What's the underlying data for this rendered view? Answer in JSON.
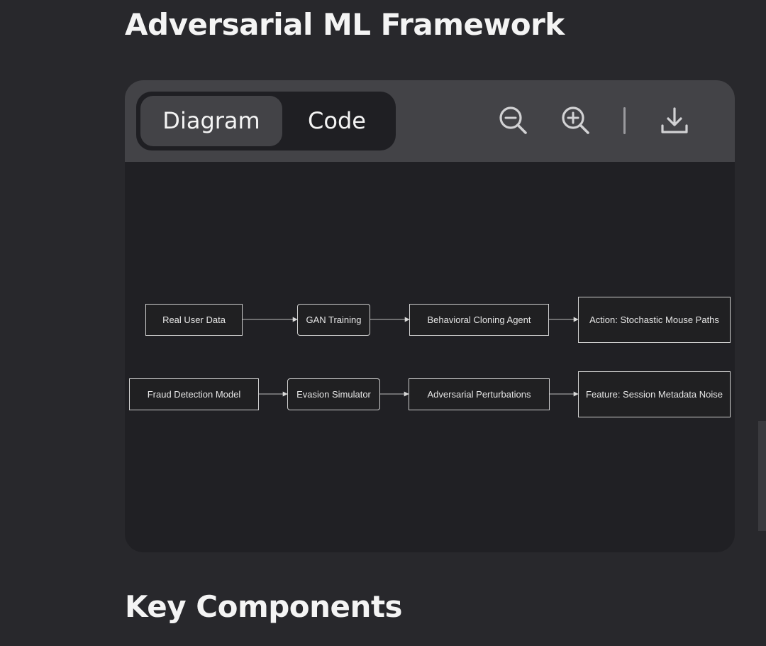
{
  "page": {
    "title": "Adversarial ML Framework",
    "section_heading": "Key Components"
  },
  "viewer": {
    "tabs": [
      {
        "label": "Diagram",
        "active": true
      },
      {
        "label": "Code",
        "active": false
      }
    ],
    "tools": [
      {
        "icon": "zoom-out-icon"
      },
      {
        "icon": "zoom-in-icon"
      },
      {
        "icon": "download-icon"
      }
    ]
  },
  "diagram": {
    "rows": [
      {
        "nodes": [
          {
            "label": "Real User Data"
          },
          {
            "label": "GAN Training"
          },
          {
            "label": "Behavioral Cloning Agent"
          },
          {
            "label": "Action: Stochastic Mouse Paths"
          }
        ]
      },
      {
        "nodes": [
          {
            "label": "Fraud Detection Model"
          },
          {
            "label": "Evasion Simulator"
          },
          {
            "label": "Adversarial Perturbations"
          },
          {
            "label": "Feature: Session Metadata Noise"
          }
        ]
      }
    ]
  },
  "colors": {
    "page_bg": "#28282c",
    "toolbar_bg": "#434347",
    "canvas_bg": "#202024",
    "node_border": "#cfcfcf"
  }
}
